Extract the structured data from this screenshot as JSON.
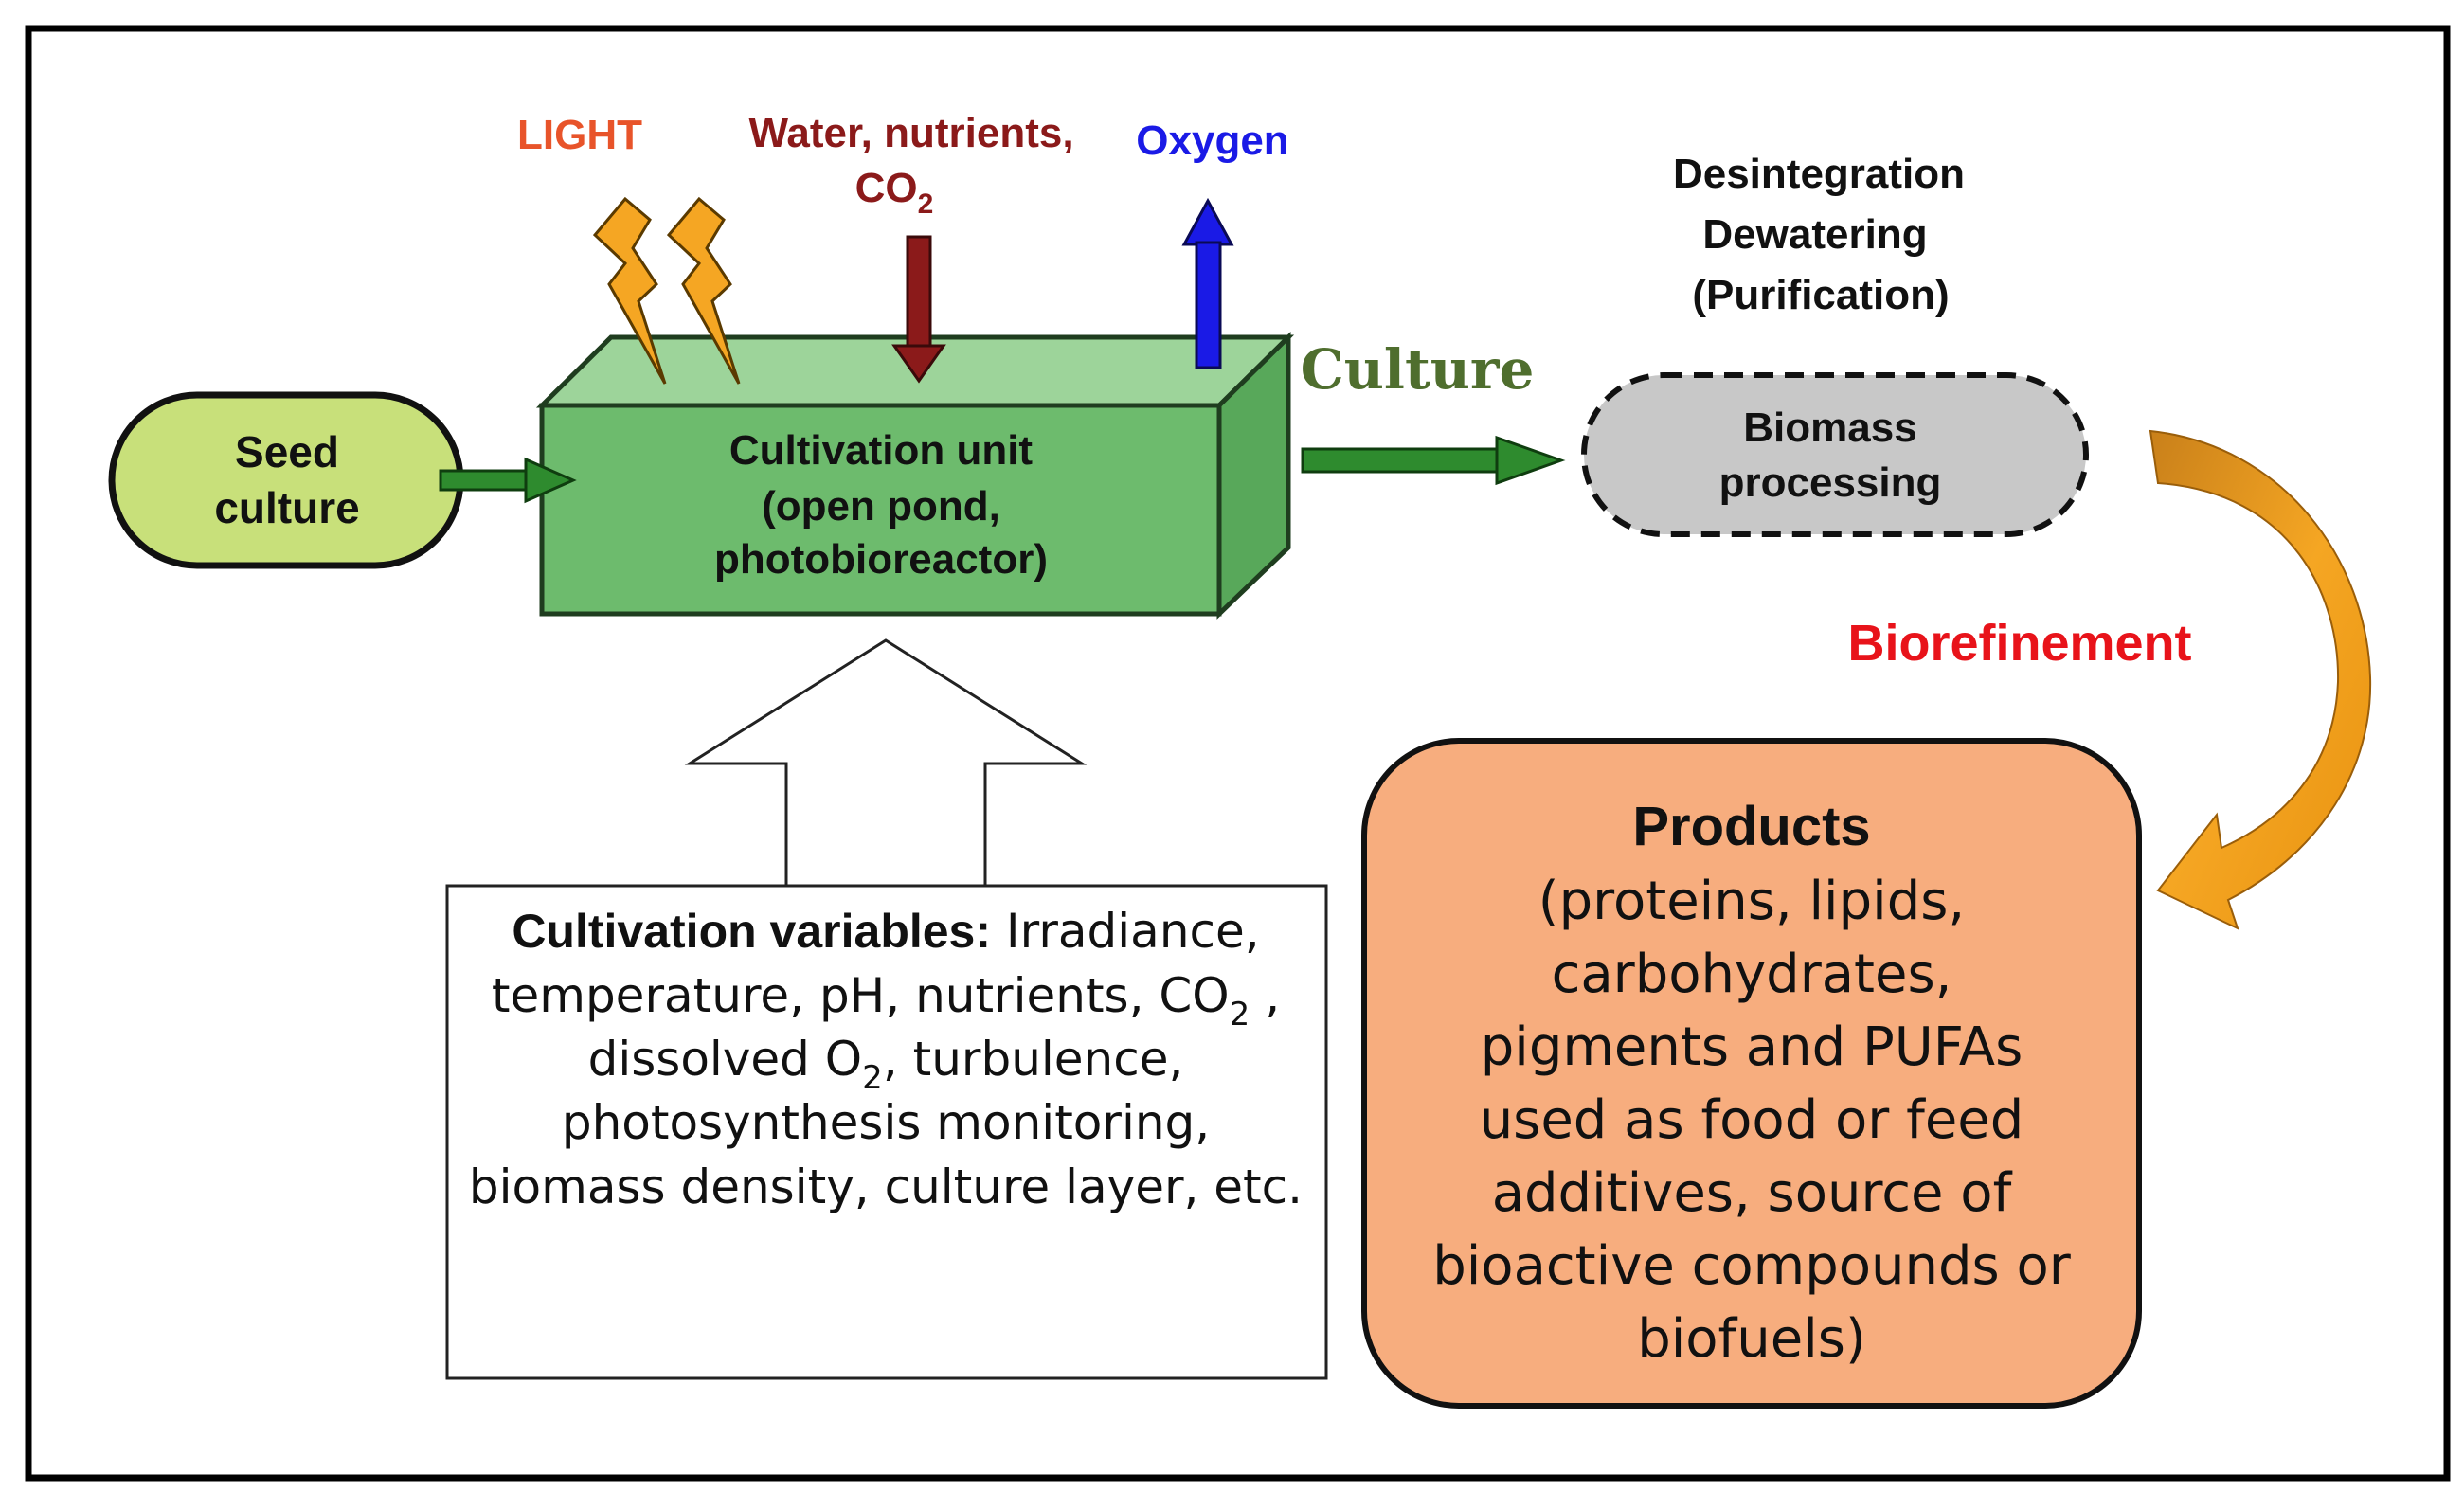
{
  "inputs": {
    "light": "LIGHT",
    "water_line": "Water, nutrients,",
    "co2_base": "CO",
    "co2_sub": "2",
    "oxygen": "Oxygen"
  },
  "seed": {
    "line1": "Seed",
    "line2": "culture"
  },
  "cultivation_unit": {
    "line1": "Cultivation unit",
    "line2": "(open pond,",
    "line3": "photobioreactor)"
  },
  "culture_label": "Culture",
  "processing_steps": {
    "line1": "Desintegration",
    "line2": "Dewatering",
    "line3": "(Purification)"
  },
  "biomass": {
    "line1": "Biomass",
    "line2": "processing"
  },
  "biorefinement": "Biorefinement",
  "variables": {
    "heading": "Cultivation variables:",
    "line1_rest": " Irradiance,",
    "line2_a": "temperature, pH, nutrients, CO",
    "line2_sub": "2",
    "line2_b": " ,",
    "line3_a": "dissolved O",
    "line3_sub": "2",
    "line3_b": ", turbulence,",
    "line4": "photosynthesis monitoring,",
    "line5": "biomass density, culture layer, etc."
  },
  "products": {
    "title": "Products",
    "line1": "(proteins, lipids,",
    "line2": "carbohydrates,",
    "line3": "pigments and PUFAs",
    "line4": "used as food or feed",
    "line5": "additives, source of",
    "line6": "bioactive compounds or",
    "line7": "biofuels)"
  },
  "colors": {
    "light_label": "#e8542a",
    "water_label": "#8b1a1a",
    "oxygen_label": "#1a1ae6",
    "culture_label": "#4f6e2e",
    "biorefinement_label": "#e8131a",
    "unit_front": "#6dbb6d",
    "unit_top": "#9dd49a",
    "unit_side": "#58a85a",
    "seed_fill": "#c8e07a",
    "flow_arrow": "#2e8b2e",
    "biomass_fill": "#c8c8c8",
    "products_fill": "#f7ad7e",
    "lightning": "#f5a623",
    "curved_arrow": "#e8920f"
  }
}
